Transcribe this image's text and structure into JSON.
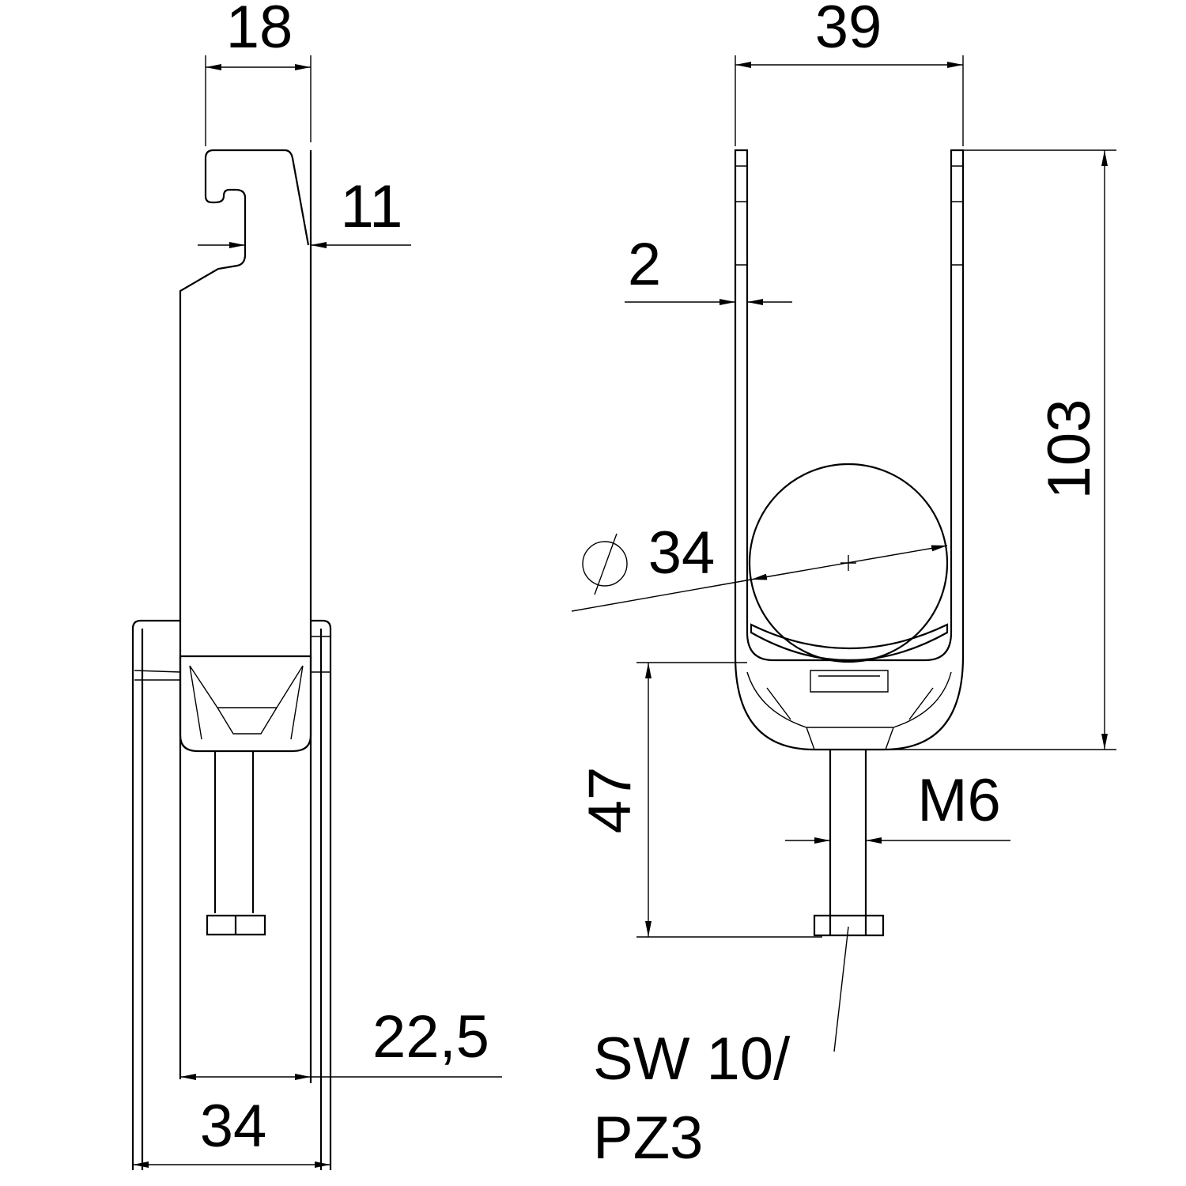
{
  "title": "Cable clamp technical drawing",
  "side_view": {
    "dim_width_top": "18",
    "dim_hook_offset": "11",
    "dim_inner_width": "22,5",
    "dim_total_width": "34"
  },
  "front_view": {
    "dim_width": "39",
    "dim_thickness": "2",
    "dim_diameter_symbol": "Ø",
    "dim_diameter": "34",
    "dim_height": "103",
    "dim_screw_height": "47",
    "dim_thread": "M6",
    "tool_line1": "SW 10/",
    "tool_line2": "PZ3"
  }
}
